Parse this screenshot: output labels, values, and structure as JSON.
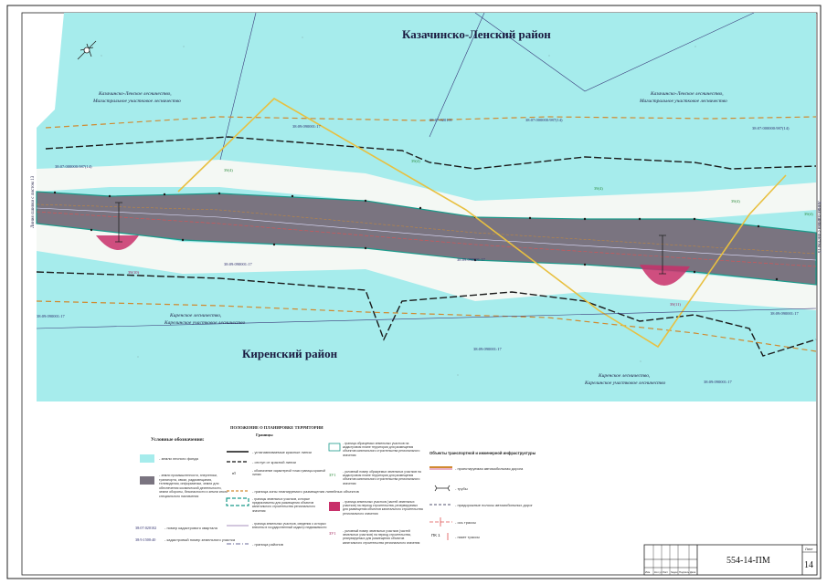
{
  "map": {
    "region_top": "Казачинско-Ленский район",
    "region_bottom": "Киренский район",
    "forestry_top_left": [
      "Казачинско-Ленское лесничество,",
      "Магистральное участковое лесничество"
    ],
    "forestry_top_right": [
      "Казачинско-Ленское лесничество,",
      "Магистральное участковое лесничество"
    ],
    "forestry_bottom_left": [
      "Киренское лесничество,",
      "Карелинское участковое лесничество"
    ],
    "forestry_bottom_right": [
      "Киренское лесничество,",
      "Карелинское участковое лесничество"
    ],
    "cadastral_labels": [
      "38:07:000000:987(14)",
      "38:07:020101",
      "38:07:000000:987(14)",
      "38:09:090001:17",
      "38:09:090001:17",
      "38:09:090001:17",
      "38:09:090001:17",
      "38:09:090001:17",
      "38:09:090001:17",
      "38:07:000000:987(14)",
      "38:09:090001:17"
    ],
    "zone_labels": [
      "39(10)",
      "39(11)",
      "39(4)",
      "39(4)",
      "39(4)",
      "39(4)",
      "39(4)"
    ],
    "match_line_left": "Линия сшивки с листом 13",
    "match_line_right": "Линия сшивки с листом 15"
  },
  "legend": {
    "title": "Условные обозначения:",
    "center_title": "ПОЛОЖЕНИЕ О ПЛАНИРОВКЕ ТЕРРИТОРИИ",
    "center_subtitle": "Границы",
    "items_left": [
      {
        "label": "- земли лесного фонда"
      },
      {
        "label": "- земли промышленности, энергетики, транспорта, связи, радиовещания, телевидения, информатики, земли для обеспечения космической деятельности, земли обороны, безопасности и земли иного специального назначения"
      },
      {
        "code": "38:07:020102",
        "label": "- номер кадастрового квартала"
      },
      {
        "code": "38:9:1500:40",
        "label": "- кадастровый номер земельного участка"
      }
    ],
    "items_center": [
      {
        "label": "- устанавливаемые красные линии"
      },
      {
        "label": "- отступ от красной линии"
      },
      {
        "code": "н5",
        "label": "- обозначение характерной точки границы красной линии"
      },
      {
        "label": "- граница зоны планируемого размещения линейных объектов"
      },
      {
        "label": "- границы земельных участков, которые предназначены для размещения объектов капитального строительства регионального значения"
      },
      {
        "label": "- граница земельных участков, сведения о которых внесены в государственный кадастр недвижимости"
      },
      {
        "label": "- граница районов"
      }
    ],
    "items_right": [
      {
        "label": "- граница образуемых земельных участков на кадастровом плане территории для размещения объектов капитального строительства регионального значения"
      },
      {
        "code": "ЗУ1",
        "label": "- условный номер образуемых земельных участков на кадастровом плане территории для размещения объектов капитального строительства регионального значения"
      },
      {
        "label": "- граница земельных участков (частей земельных участков) на период строительства, резервируемых для размещения объектов капитального строительства регионального значения"
      },
      {
        "code": "ЗУ1",
        "label": "- условный номер земельных участков (частей земельных участков) на период строительства, резервируемых для размещения объектов капитального строительства регионального значения"
      }
    ],
    "infra_title": "Объекты транспортной и инженерной инфраструктуры",
    "items_infra": [
      {
        "label": "- проектируемая автомобильная дорога"
      },
      {
        "label": "- трубы"
      },
      {
        "label": "- придорожные полосы автомобильных дорог"
      },
      {
        "label": "- ось трассы"
      },
      {
        "code": "ПК 1",
        "label": "- пикет трассы"
      }
    ]
  },
  "stamp": {
    "doc_number": "554-14-ПМ",
    "sheet_label": "Лист",
    "sheet_number": "14",
    "columns": [
      "Изм.",
      "Кол.уч",
      "Лист",
      "№док",
      "Подпись",
      "Дата"
    ]
  },
  "colors": {
    "forest": "#a6ecec",
    "corridor": "#7a7480",
    "red_line": "#1a1a1a",
    "zone_pink": "#c8306a",
    "road_yellow": "#e8c040",
    "orange_dash": "#d08a30",
    "teal_edge": "#1a9a8a"
  }
}
